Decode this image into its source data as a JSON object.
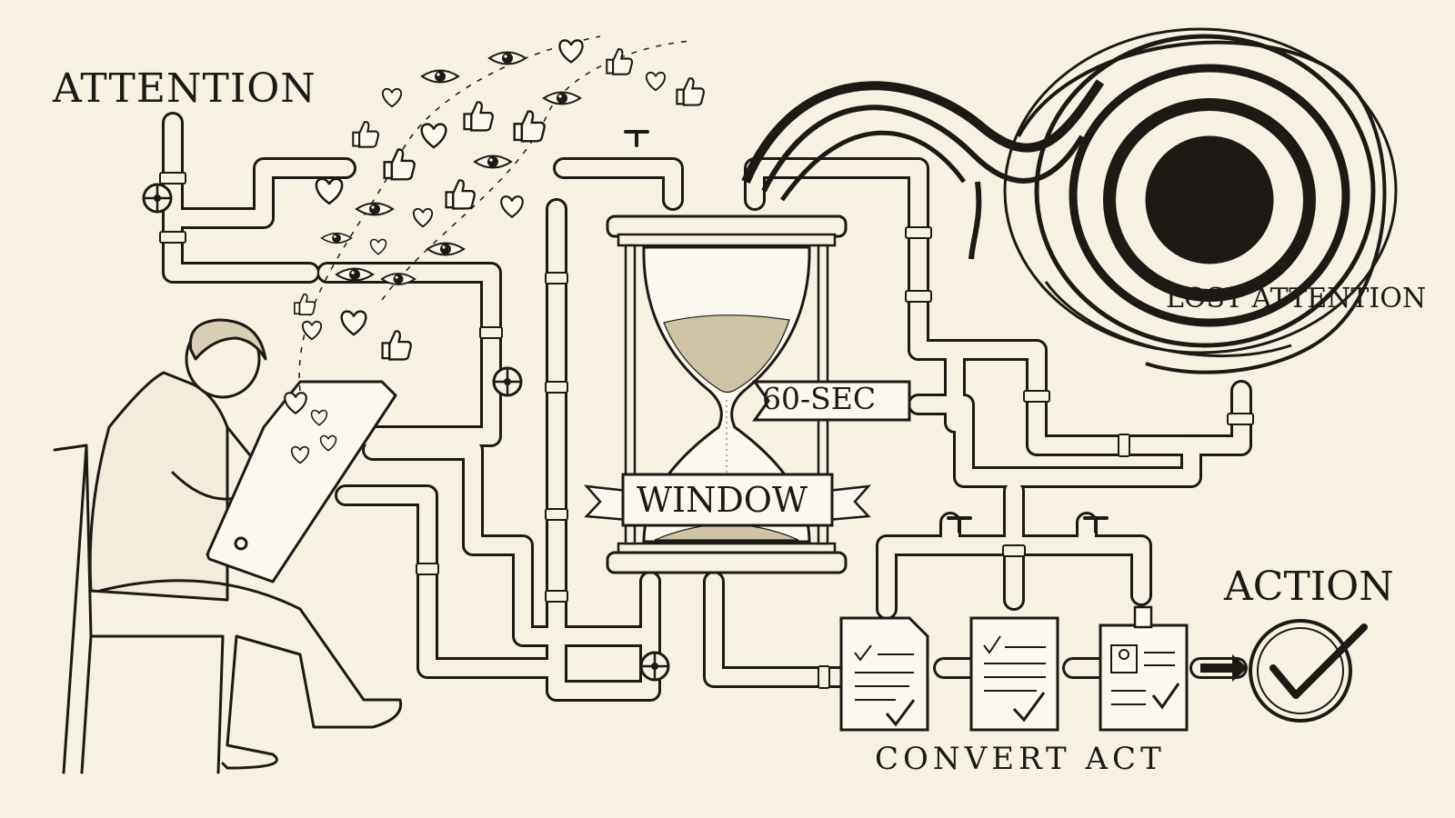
{
  "labels": {
    "attention": "ATTENTION",
    "lost_attention": "LOST ATTENTION",
    "sixty_sec": "60-SEC",
    "window": "WINDOW",
    "action": "ACTION",
    "convert_act": "CONVERT ACT"
  },
  "icons": [
    "eye-icon",
    "heart-icon",
    "thumbs-up-icon",
    "hourglass-icon",
    "vortex-icon",
    "form-document-icon",
    "checklist-document-icon",
    "id-badge-document-icon",
    "checkmark-circle-icon",
    "valve-wheel-icon",
    "faucet-icon"
  ],
  "colors": {
    "paper": "#f7f1e3",
    "ink": "#1d1a16",
    "sand": "#cfc3a6"
  }
}
